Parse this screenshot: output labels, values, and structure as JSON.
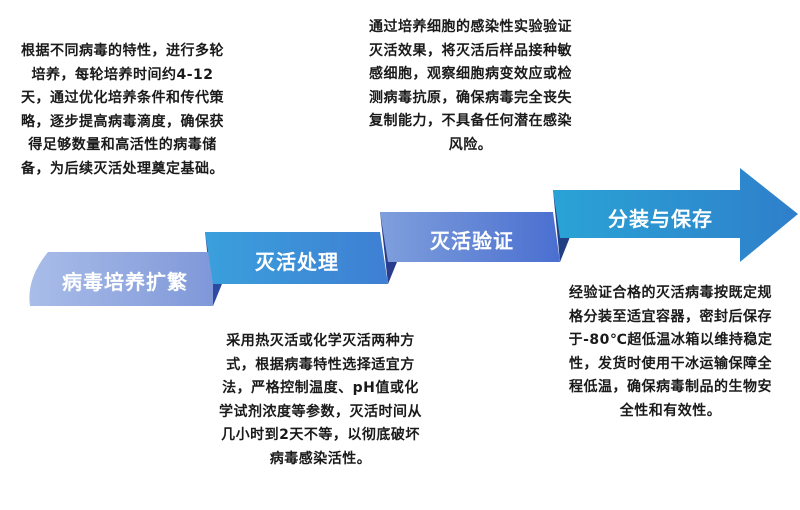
{
  "stages": [
    {
      "label": "病毒培养扩繁",
      "description": "根据不同病毒的特性，进行多轮培养，每轮培养时间约4-12天，通过优化培养条件和传代策略，逐步提高病毒滴度，确保获得足够数量和高活性的病毒储备，为后续灭活处理奠定基础。",
      "color": "#8fa6dd"
    },
    {
      "label": "灭活处理",
      "description": "采用热灭活或化学灭活两种方式，根据病毒特性选择适宜方法，严格控制温度、pH值或化学试剂浓度等参数，灭活时间从几小时到2天不等，以彻底破坏病毒感染活性。",
      "color": "#3f8fd8"
    },
    {
      "label": "灭活验证",
      "description": "通过培养细胞的感染性实验验证灭活效果，将灭活后样品接种敏感细胞，观察细胞病变效应或检测病毒抗原，确保病毒完全丧失复制能力，不具备任何潜在感染风险。",
      "color": "#4a78d4"
    },
    {
      "label": "分装与保存",
      "description": "经验证合格的灭活病毒按既定规格分装至适宜容器，密封后保存于-80℃超低温冰箱以维持稳定性，发货时使用干冰运输保障全程低温，确保病毒制品的生物安全性和有效性。",
      "color": "#2e93d1"
    }
  ]
}
